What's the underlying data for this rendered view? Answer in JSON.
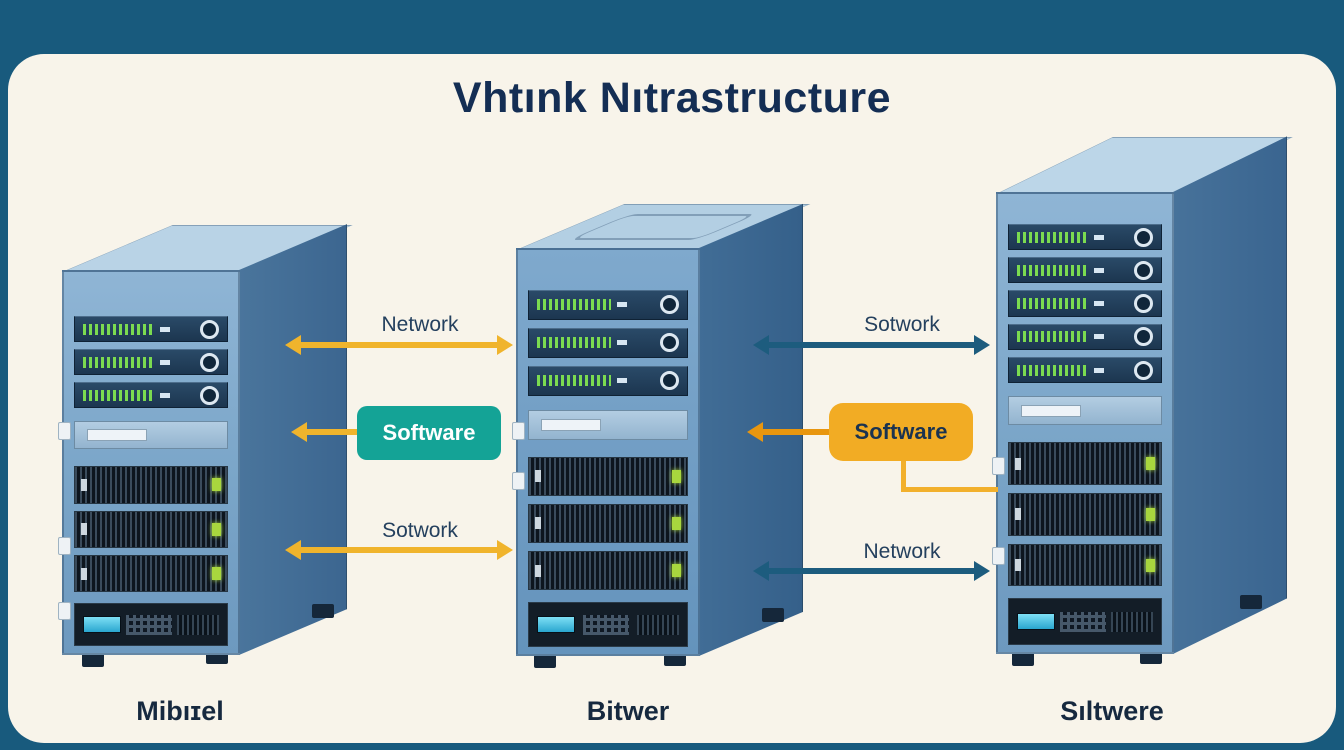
{
  "title": "Vhtınk Nıtrastructure",
  "connections": {
    "left": {
      "top_label": "Network",
      "badge_label": "Software",
      "bottom_label": "Sotwork"
    },
    "right": {
      "top_label": "Sotwork",
      "badge_label": "Software",
      "bottom_label": "Network"
    }
  },
  "racks": {
    "left": {
      "caption": "Mibıɪel"
    },
    "middle": {
      "caption": "Bitwer"
    },
    "right": {
      "caption": "Sıltwere"
    }
  },
  "colors": {
    "frame": "#185a7d",
    "panel_background": "#f8f4ea",
    "title_text": "#142e54",
    "label_text": "#24405e",
    "teal_badge": "#14a396",
    "teal_badge_text": "#ffffff",
    "yellow_badge": "#f2ac24",
    "yellow_badge_text": "#1b3350",
    "yellow_arrow": "#f0b42c",
    "orange_arrow": "#e8960f",
    "teal_arrow": "#1d5c7e",
    "rack_front_blue": "#7aa5c8",
    "rack_side_blue": "#3c6690",
    "rack_top_blue": "#b9d3e6",
    "led_green": "#7bdb50"
  }
}
